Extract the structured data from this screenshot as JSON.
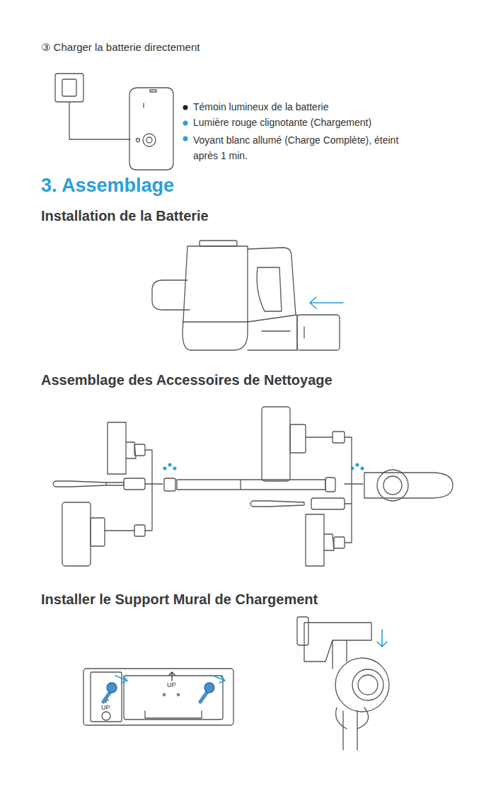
{
  "diagram": {
    "title": "3. Assemblage",
    "labels": [
      "③ Charger la batterie directement",
      "Témoin lumineux de la batterie",
      "Lumière rouge clignotante (Chargement)",
      "Voyant blanc allumé (Charge Complète), éteint après 1 min.",
      "Installation de la Batterie",
      "Assemblage des Accessoires de Nettoyage",
      "Installer le Support Mural de Chargement",
      "UP",
      "UP"
    ]
  }
}
